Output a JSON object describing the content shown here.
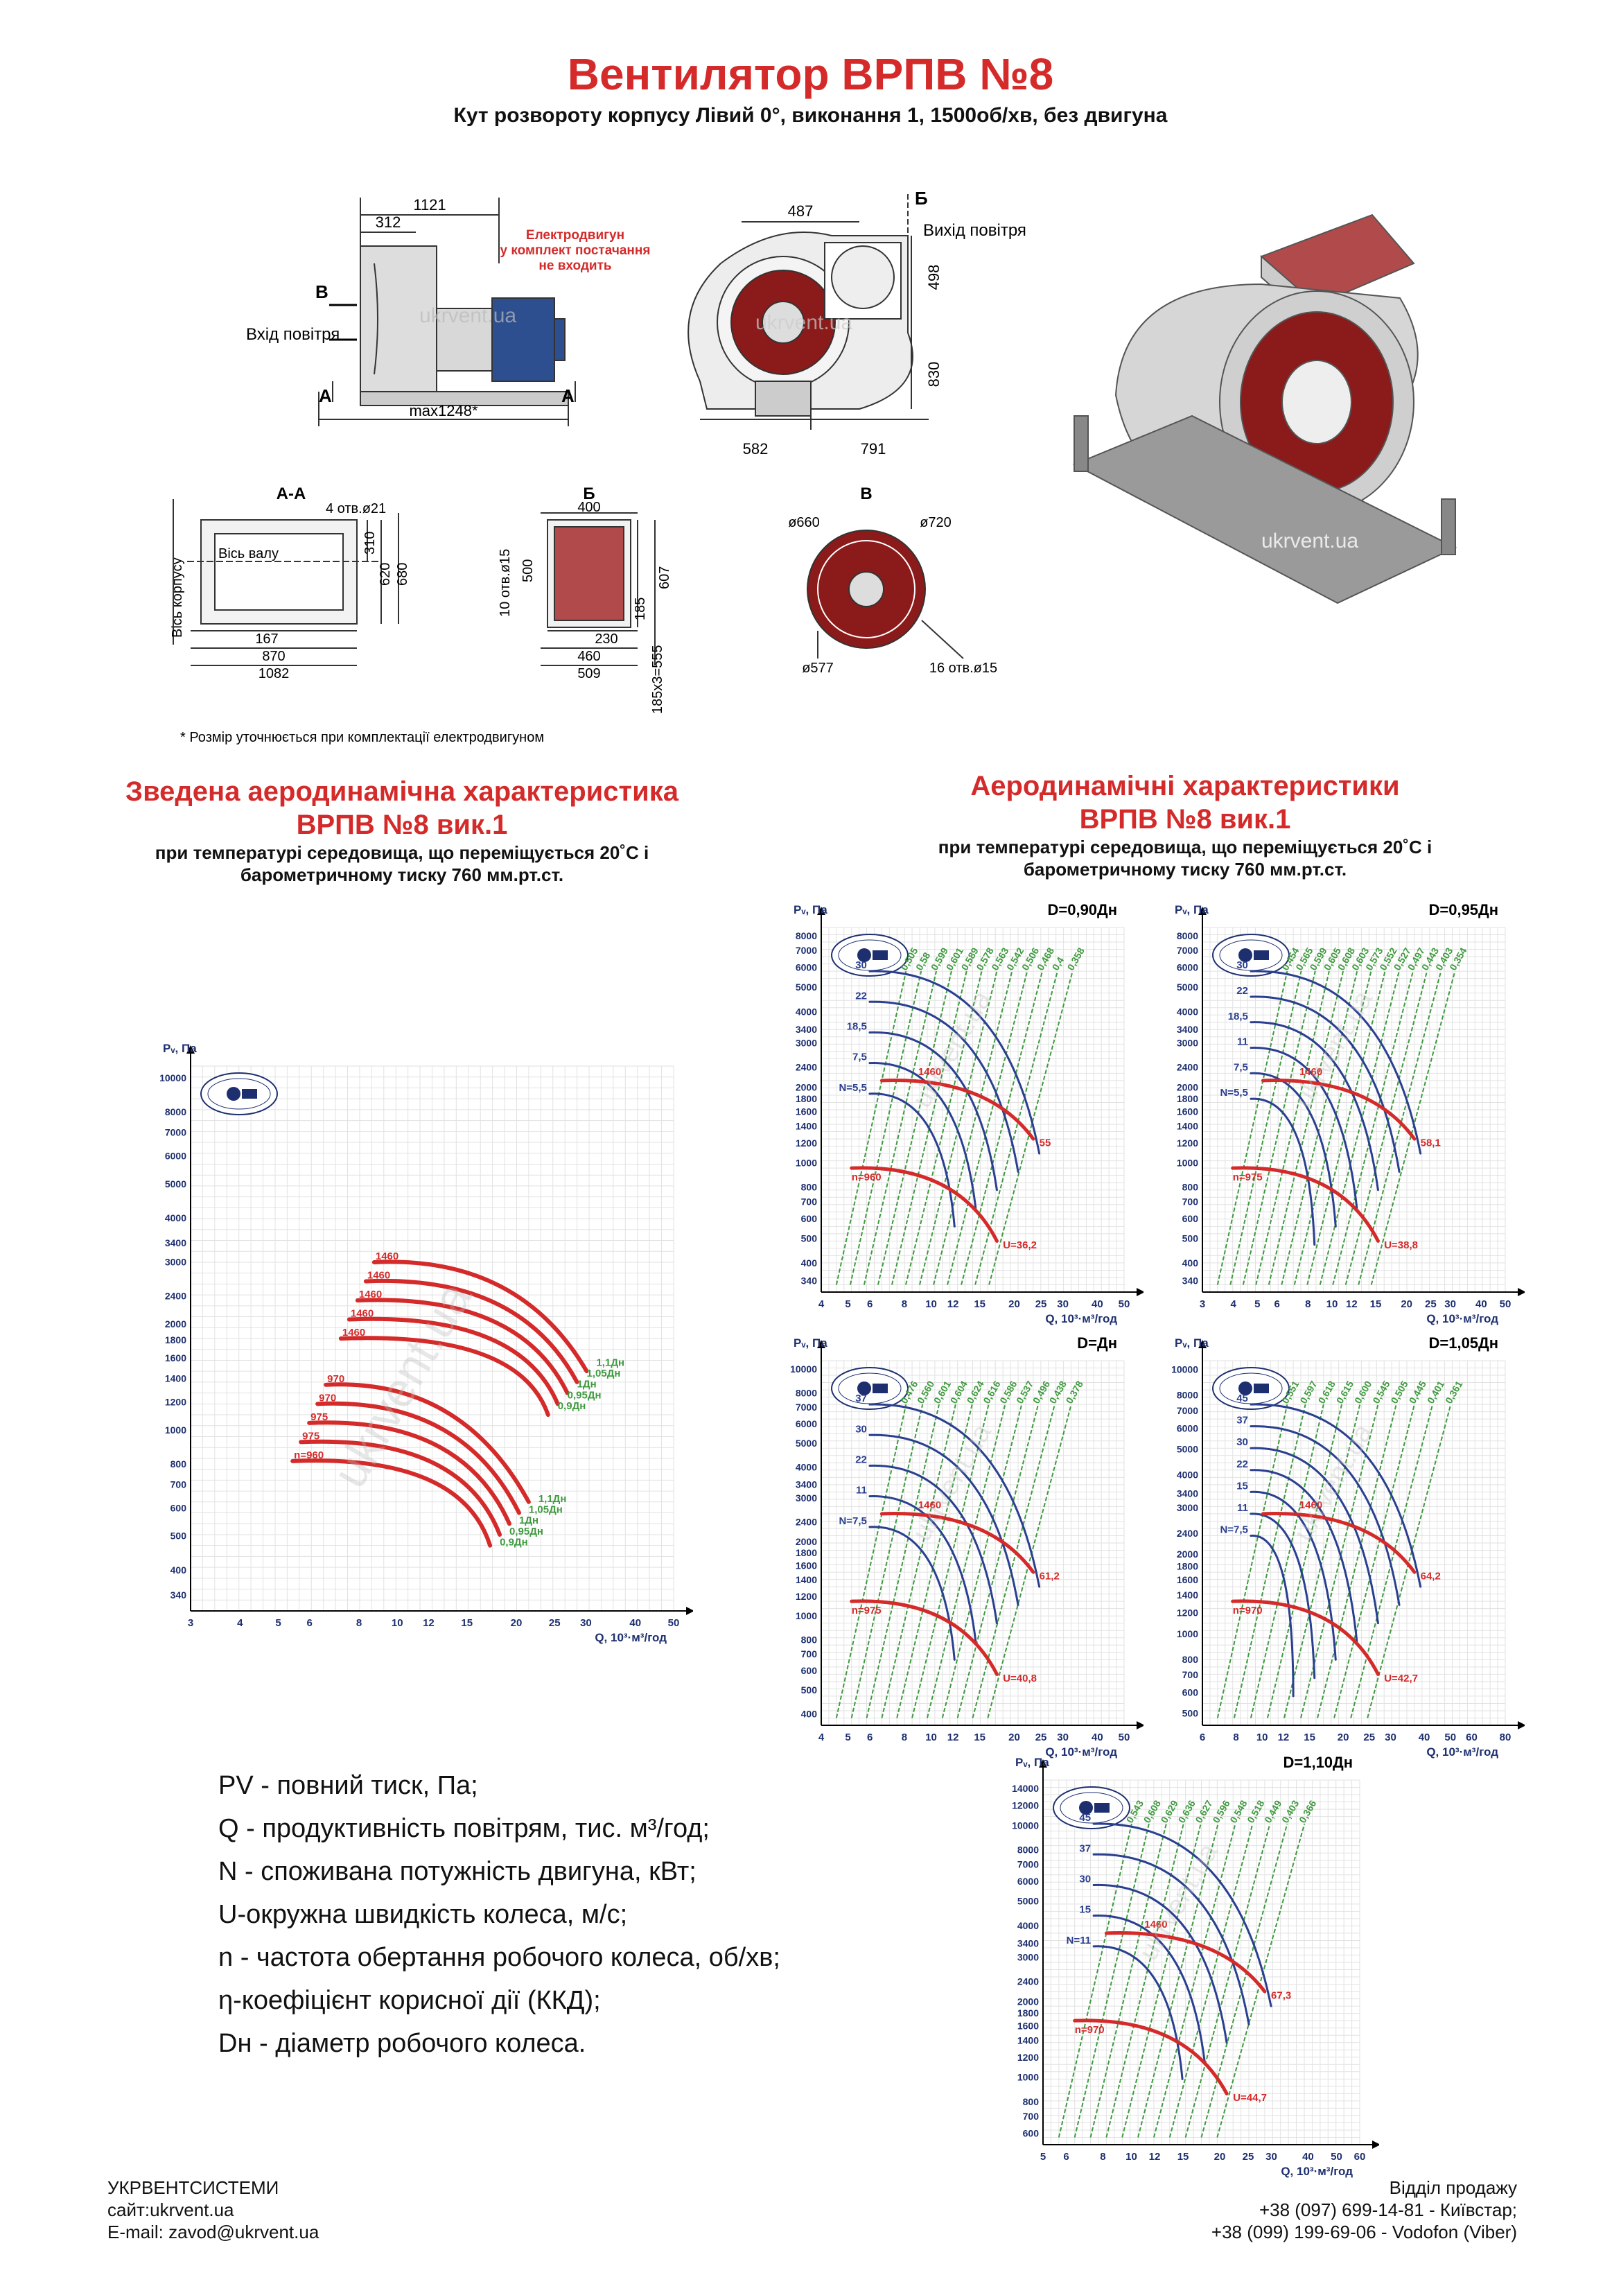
{
  "header": {
    "title": "Вентилятор ВРПВ №8",
    "subtitle": "Кут розвороту корпусу Лівий 0°, виконання 1, 1500об/хв, без двигуна"
  },
  "drawings": {
    "side": {
      "dims": [
        "1121",
        "312",
        "max1248*"
      ],
      "labels": {
        "b": "В",
        "inlet": "Вхід повітря",
        "a_left": "А",
        "a_right": "А"
      },
      "motor_note": [
        "Електродвигун",
        "у комплект постачання",
        "не входить"
      ]
    },
    "front": {
      "dims": [
        "487",
        "498",
        "830",
        "582",
        "791"
      ],
      "labels": {
        "b": "Б",
        "outlet": "Вихід повітря"
      }
    },
    "aa": {
      "title": "А-А",
      "holes": "4 отв.ø21",
      "axis_body": "Вісь корпусу",
      "axis_shaft": "Вісь валу",
      "dims": [
        "310",
        "620",
        "680",
        "167",
        "870",
        "1082"
      ]
    },
    "b_view": {
      "title": "Б",
      "holes": "10 отв.ø15",
      "dims": [
        "400",
        "500",
        "607",
        "185",
        "230",
        "460",
        "509",
        "185х3=555"
      ]
    },
    "v_view": {
      "title": "В",
      "dims": [
        "ø660",
        "ø720",
        "ø577",
        "16 отв.ø15"
      ]
    },
    "watermark": "ukrvent.ua",
    "footnote": "* Розмір уточнюється при комплектації електродвигуном"
  },
  "left_section": {
    "title_lines": [
      "Зведена аеродинамічна характеристика",
      "ВРПВ №8 вик.1"
    ],
    "sub_lines": [
      "при температурі середовища, що переміщується 20˚С і",
      "барометричному тиску 760 мм.рт.ст."
    ]
  },
  "right_section": {
    "title_lines": [
      "Аеродинамічні характеристики",
      "ВРПВ №8 вик.1"
    ],
    "sub_lines": [
      "при температурі середовища, що переміщується 20˚С і",
      "барометричному тиску 760 мм.рт.ст."
    ]
  },
  "chart_data": [
    {
      "type": "line",
      "id": "summary",
      "ylabel": "Pv, Па",
      "xlabel": "Q, 10³·м³/год",
      "x_ticks": [
        "3",
        "4",
        "5",
        "6",
        "8",
        "10",
        "12",
        "15",
        "20",
        "25",
        "30",
        "40",
        "50"
      ],
      "y_ticks": [
        "340",
        "400",
        "500",
        "600",
        "700",
        "800",
        "1000",
        "1200",
        "1400",
        "1600",
        "1800",
        "2000",
        "2400",
        "3000",
        "3400",
        "4000",
        "5000",
        "6000",
        "7000",
        "8000",
        "10000"
      ],
      "xlim": [
        3,
        50
      ],
      "ylim": [
        300,
        12000
      ],
      "log_scale": true,
      "series_1460": {
        "n_label": "1460",
        "diam_labels": [
          "1,1Дн",
          "1,05Дн",
          "1Дн",
          "0,95Дн",
          "0,9Дн"
        ]
      },
      "series_low": {
        "n_labels": [
          "970",
          "970",
          "975",
          "975",
          "n=960"
        ],
        "diam_labels": [
          "1,1Дн",
          "1,05Дн",
          "1Дн",
          "0,95Дн",
          "0,9Дн"
        ]
      }
    },
    {
      "type": "line",
      "id": "d090",
      "title": "D=0,90Дн",
      "x_ticks": [
        "4",
        "5",
        "6",
        "8",
        "10",
        "12",
        "15",
        "20",
        "25",
        "30",
        "40",
        "50"
      ],
      "y_ticks": [
        "340",
        "400",
        "500",
        "600",
        "700",
        "800",
        "1000",
        "1200",
        "1400",
        "1600",
        "1800",
        "2000",
        "2400",
        "3000",
        "3400",
        "4000",
        "5000",
        "6000",
        "7000",
        "8000"
      ],
      "power_labels": [
        "30",
        "22",
        "18,5",
        "7,5",
        "N=5,5"
      ],
      "eff_labels": [
        "0,505",
        "0,58",
        "0,599",
        "0,601",
        "0,589",
        "0,578",
        "0,563",
        "0,542",
        "0,506",
        "0,468",
        "0,4",
        "0,358"
      ],
      "n_high": "1460",
      "n_low": "n=960",
      "u_high": "55",
      "u_low": "U=36,2"
    },
    {
      "type": "line",
      "id": "d095",
      "title": "D=0,95Дн",
      "x_ticks": [
        "3",
        "4",
        "5",
        "6",
        "8",
        "10",
        "12",
        "15",
        "20",
        "25",
        "30",
        "40",
        "50"
      ],
      "y_ticks": [
        "340",
        "400",
        "500",
        "600",
        "700",
        "800",
        "1000",
        "1200",
        "1400",
        "1600",
        "1800",
        "2000",
        "2400",
        "3000",
        "3400",
        "4000",
        "5000",
        "6000",
        "7000",
        "8000"
      ],
      "power_labels": [
        "30",
        "22",
        "18,5",
        "11",
        "7,5",
        "N=5,5"
      ],
      "eff_labels": [
        "0,454",
        "0,565",
        "0,599",
        "0,605",
        "0,608",
        "0,603",
        "0,573",
        "0,552",
        "0,527",
        "0,497",
        "0,443",
        "0,403",
        "0,354"
      ],
      "n_high": "1460",
      "n_low": "n=975",
      "u_high": "58,1",
      "u_low": "U=38,8"
    },
    {
      "type": "line",
      "id": "d100",
      "title": "D=Дн",
      "x_ticks": [
        "4",
        "5",
        "6",
        "8",
        "10",
        "12",
        "15",
        "20",
        "25",
        "30",
        "40",
        "50"
      ],
      "y_ticks": [
        "400",
        "500",
        "600",
        "700",
        "800",
        "1000",
        "1200",
        "1400",
        "1600",
        "1800",
        "2000",
        "2400",
        "3000",
        "3400",
        "4000",
        "5000",
        "6000",
        "7000",
        "8000",
        "10000"
      ],
      "power_labels": [
        "37",
        "30",
        "22",
        "11",
        "N=7,5"
      ],
      "eff_labels": [
        "0,476",
        "0,560",
        "0,601",
        "0,604",
        "0,624",
        "0,616",
        "0,586",
        "0,537",
        "0,496",
        "0,438",
        "0,378"
      ],
      "n_high": "1460",
      "n_low": "n=975",
      "u_high": "61,2",
      "u_low": "U=40,8"
    },
    {
      "type": "line",
      "id": "d105",
      "title": "D=1,05Дн",
      "x_ticks": [
        "6",
        "8",
        "10",
        "12",
        "15",
        "20",
        "25",
        "30",
        "40",
        "50",
        "60",
        "80"
      ],
      "y_ticks": [
        "500",
        "600",
        "700",
        "800",
        "1000",
        "1200",
        "1400",
        "1600",
        "1800",
        "2000",
        "2400",
        "3000",
        "3400",
        "4000",
        "5000",
        "6000",
        "7000",
        "8000",
        "10000"
      ],
      "power_labels": [
        "45",
        "37",
        "30",
        "22",
        "15",
        "11",
        "N=7,5"
      ],
      "eff_labels": [
        "0,551",
        "0,597",
        "0,618",
        "0,615",
        "0,600",
        "0,545",
        "0,505",
        "0,445",
        "0,401",
        "0,361"
      ],
      "n_high": "1460",
      "n_low": "n=970",
      "u_high": "64,2",
      "u_low": "U=42,7"
    },
    {
      "type": "line",
      "id": "d110",
      "title": "D=1,10Дн",
      "x_ticks": [
        "5",
        "6",
        "8",
        "10",
        "12",
        "15",
        "20",
        "25",
        "30",
        "40",
        "50",
        "60"
      ],
      "y_ticks": [
        "600",
        "700",
        "800",
        "1000",
        "1200",
        "1400",
        "1600",
        "1800",
        "2000",
        "2400",
        "3000",
        "3400",
        "4000",
        "5000",
        "6000",
        "7000",
        "8000",
        "10000",
        "12000",
        "14000"
      ],
      "power_labels": [
        "45",
        "37",
        "30",
        "15",
        "N=11"
      ],
      "eff_labels": [
        "0,543",
        "0,608",
        "0,629",
        "0,636",
        "0,627",
        "0,596",
        "0,548",
        "0,518",
        "0,449",
        "0,403",
        "0,366"
      ],
      "n_high": "1460",
      "n_low": "n=970",
      "u_high": "67,3",
      "u_low": "U=44,7"
    }
  ],
  "chart_common": {
    "ylabel": "Pᵥ, Па",
    "xlabel": "Q, 10³·м³/год"
  },
  "legend": [
    "PV - повний тиск, Па;",
    "Q - продуктивність повітрям, тис. м³/год;",
    "N - споживана потужність двигуна, кВт;",
    "U-окружна швидкість колеса, м/с;",
    "n - частота обертання робочого колеса, об/хв;",
    "η-коефіцієнт корисної дії (ККД);",
    "Dн - діаметр робочого колеса."
  ],
  "footer": {
    "left": [
      "УКРВЕНТСИСТЕМИ",
      "сайт:ukrvent.ua",
      "E-mail: zavod@ukrvent.ua"
    ],
    "right": [
      "Відділ продажу",
      "+38 (097) 699-14-81 - Київстар;",
      "+38 (099) 199-69-06 - Vodofon (Viber)"
    ]
  },
  "colors": {
    "accent": "#d42a2a",
    "blue": "#2a3f8f",
    "green": "#3f9a3f"
  },
  "icons": [
    "fan-logo-icon"
  ]
}
